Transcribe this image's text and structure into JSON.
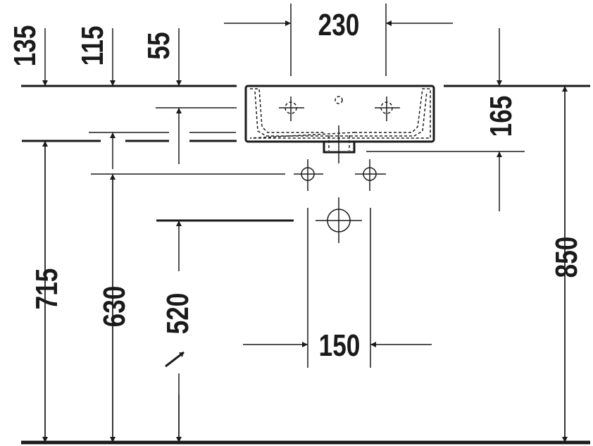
{
  "drawing": {
    "title": "Washbasin installation dimensions",
    "dimensions": {
      "width_top": "230",
      "tap_hole_spacing": "150",
      "dim_135": "135",
      "dim_115": "115",
      "dim_55": "55",
      "depth": "165",
      "height_715": "715",
      "height_630": "630",
      "height_520": "520",
      "height_850": "850"
    },
    "colors": {
      "ink": "#1a1a1a",
      "background": "#ffffff"
    }
  }
}
